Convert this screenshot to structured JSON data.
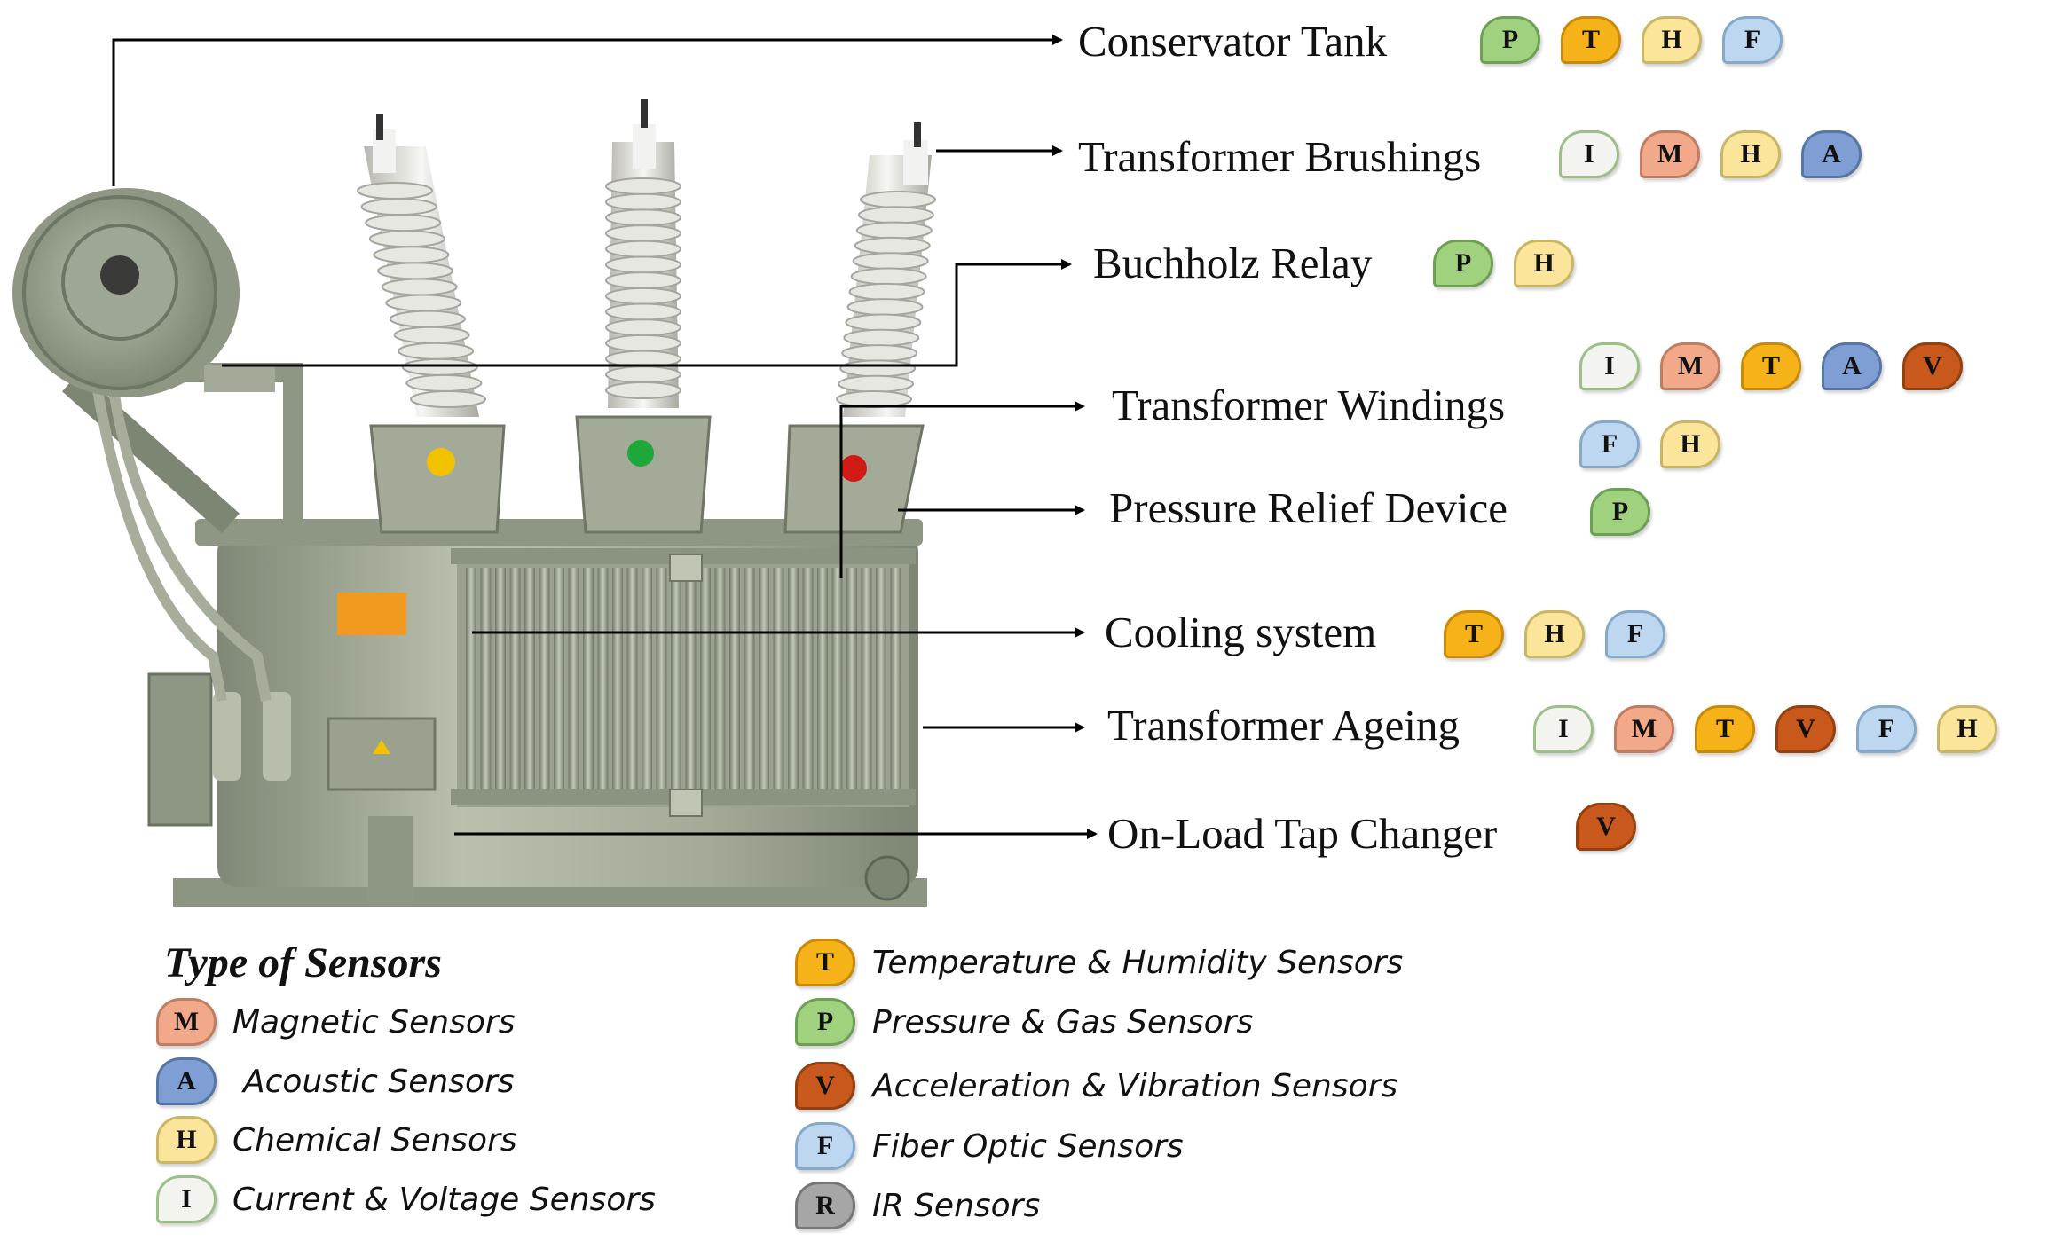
{
  "sensor_types": {
    "P": {
      "letter": "P",
      "color": "#9fd17f",
      "border": "#6f9f55"
    },
    "T": {
      "letter": "T",
      "color": "#f5b319",
      "border": "#c88a08"
    },
    "H": {
      "letter": "H",
      "color": "#fbe59a",
      "border": "#c8b666"
    },
    "F": {
      "letter": "F",
      "color": "#bcd7ef",
      "border": "#86a9c9"
    },
    "I": {
      "letter": "I",
      "color": "#f3f3f0",
      "border": "#9bbf86"
    },
    "M": {
      "letter": "M",
      "color": "#f2a98a",
      "border": "#c07d62"
    },
    "A": {
      "letter": "A",
      "color": "#7f9fd4",
      "border": "#5776a8"
    },
    "V": {
      "letter": "V",
      "color": "#c8581c",
      "border": "#94400f"
    },
    "R": {
      "letter": "R",
      "color": "#a6a6a6",
      "border": "#777777"
    }
  },
  "components": [
    {
      "label": "Conservator Tank",
      "sensors": [
        "P",
        "T",
        "H",
        "F"
      ]
    },
    {
      "label": "Transformer Brushings",
      "sensors": [
        "I",
        "M",
        "H",
        "A"
      ]
    },
    {
      "label": "Buchholz Relay",
      "sensors": [
        "P",
        "H"
      ]
    },
    {
      "label": "Transformer Windings",
      "sensors": [
        "I",
        "M",
        "T",
        "A",
        "V",
        "F",
        "H"
      ]
    },
    {
      "label": "Pressure Relief Device",
      "sensors": [
        "P"
      ]
    },
    {
      "label": "Cooling system",
      "sensors": [
        "T",
        "H",
        "F"
      ]
    },
    {
      "label": "Transformer Ageing",
      "sensors": [
        "I",
        "M",
        "T",
        "V",
        "F",
        "H"
      ]
    },
    {
      "label": "On-Load Tap Changer",
      "sensors": [
        "V"
      ]
    }
  ],
  "legend": {
    "title": "Type of Sensors",
    "items": [
      {
        "type": "M",
        "text": "Magnetic Sensors"
      },
      {
        "type": "A",
        "text": "Acoustic Sensors"
      },
      {
        "type": "H",
        "text": "Chemical Sensors"
      },
      {
        "type": "I",
        "text": "Current & Voltage Sensors"
      },
      {
        "type": "T",
        "text": "Temperature & Humidity Sensors"
      },
      {
        "type": "P",
        "text": "Pressure & Gas Sensors"
      },
      {
        "type": "V",
        "text": "Acceleration & Vibration Sensors"
      },
      {
        "type": "F",
        "text": "Fiber Optic Sensors"
      },
      {
        "type": "R",
        "text": "IR Sensors"
      }
    ]
  },
  "indicator_colors": {
    "left": "#f2c200",
    "middle": "#1fa83a",
    "right": "#d11a14"
  },
  "tank_color": "#a3ab98"
}
